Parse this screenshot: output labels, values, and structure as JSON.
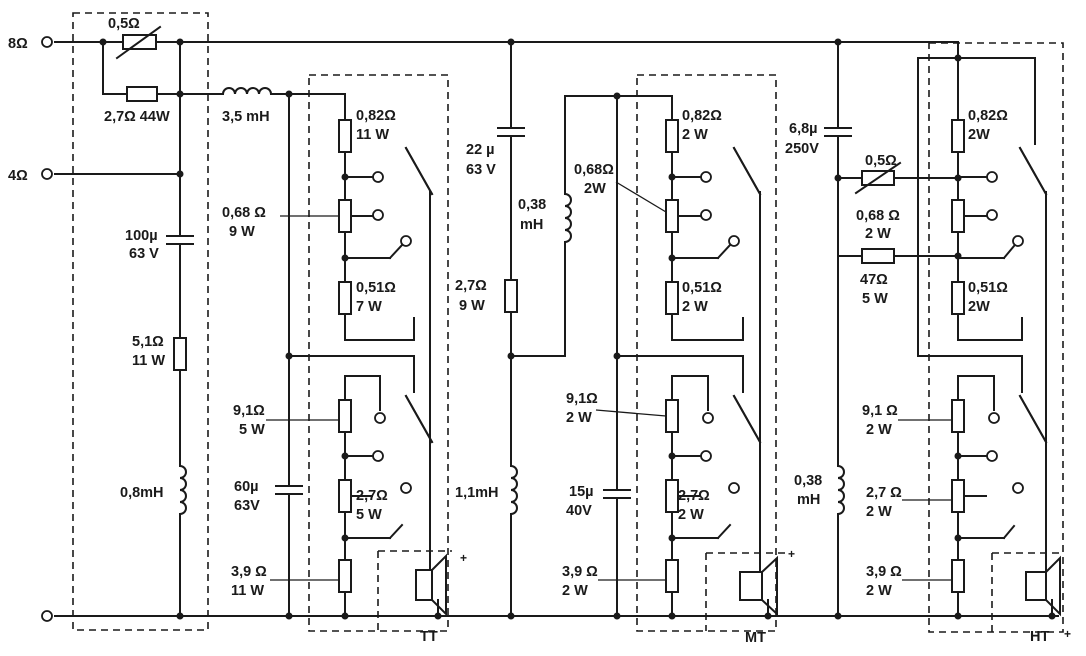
{
  "inputs": {
    "ohm8": "8Ω",
    "ohm4": "4Ω"
  },
  "input_network": {
    "var_res": "0,5Ω",
    "res": "2,7Ω 44W",
    "cap": [
      "100µ",
      "63 V"
    ],
    "res2": [
      "5,1Ω",
      "11 W"
    ],
    "ind": "0,8mH"
  },
  "tt_filter": {
    "ind": "3,5 mH",
    "cap": [
      "60µ",
      "63V"
    ]
  },
  "mt_filter": {
    "cap1": [
      "22 µ",
      "63 V"
    ],
    "ind1": [
      "0,38",
      "mH"
    ],
    "res": [
      "2,7Ω",
      "9 W"
    ],
    "ind2": "1,1mH",
    "cap2": [
      "15µ",
      "40V"
    ]
  },
  "ht_filter": {
    "cap": [
      "6,8µ",
      "250V"
    ],
    "var_res": "0,5Ω",
    "res_a": [
      "0,68 Ω",
      "2 W"
    ],
    "res_b": [
      "47Ω",
      "5 W"
    ],
    "ind": [
      "0,38",
      "mH"
    ]
  },
  "tt_switch": {
    "r1": [
      "0,82Ω",
      "11 W"
    ],
    "r2": [
      "0,68 Ω",
      "9 W"
    ],
    "r3": [
      "0,51Ω",
      "7 W"
    ],
    "r4": [
      "9,1Ω",
      "5 W"
    ],
    "r5": [
      "2,7Ω",
      "5 W"
    ],
    "r6": [
      "3,9 Ω",
      "11 W"
    ]
  },
  "mt_switch": {
    "r1": [
      "0,82Ω",
      "2 W"
    ],
    "r2": [
      "0,68Ω",
      "2W"
    ],
    "r3": [
      "0,51Ω",
      "2 W"
    ],
    "r4": [
      "9,1Ω",
      "2 W"
    ],
    "r5": [
      "2,7Ω",
      "2 W"
    ],
    "r6": [
      "3,9 Ω",
      "2 W"
    ]
  },
  "ht_switch": {
    "r1": [
      "0,82Ω",
      "2W"
    ],
    "r3": [
      "0,51Ω",
      "2W"
    ],
    "r4": [
      "9,1 Ω",
      "2 W"
    ],
    "r5": [
      "2,7 Ω",
      "2 W"
    ],
    "r6": [
      "3,9 Ω",
      "2 W"
    ]
  },
  "speakers": {
    "tt": "TT",
    "mt": "MT",
    "ht": "HT",
    "plus": "+"
  }
}
